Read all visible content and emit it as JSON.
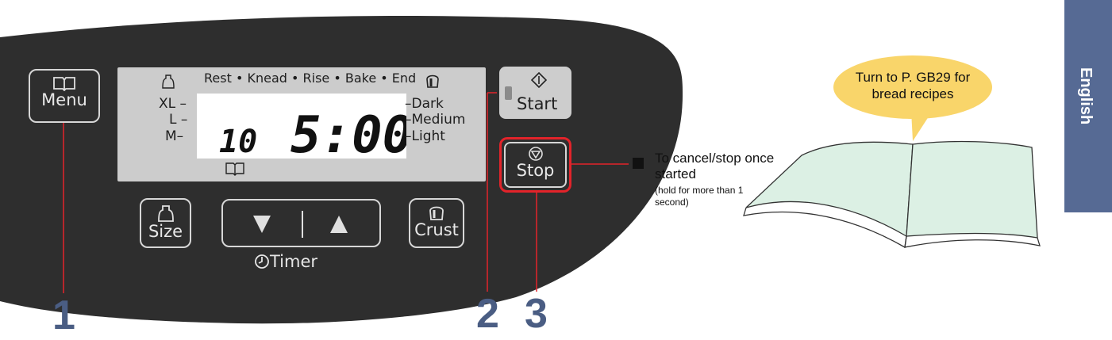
{
  "panel": {
    "menu_label": "Menu",
    "size_label": "Size",
    "crust_label": "Crust",
    "timer_label": "Timer",
    "start_label": "Start",
    "stop_label": "Stop"
  },
  "lcd": {
    "progress": "Rest • Knead • Rise • Bake • End",
    "sizes": [
      "XL",
      "L",
      "M"
    ],
    "crust_levels": [
      "Dark",
      "Medium",
      "Light"
    ],
    "menu_number": "10",
    "time": "5:00"
  },
  "cancel_note": {
    "main": "To cancel/stop once started",
    "sub": "(hold for more than 1 second)"
  },
  "bubble_text": "Turn to P. GB29 for bread recipes",
  "language_tab": "English",
  "callouts": [
    "1",
    "2",
    "3"
  ],
  "colors": {
    "panel": "#2e2e2e",
    "lcd": "#cccccc",
    "stop_highlight": "#e3232a",
    "callout": "#4a5d83",
    "bubble": "#f9d56a",
    "book_pages": "#dcf0e4",
    "tab": "#566a94"
  }
}
